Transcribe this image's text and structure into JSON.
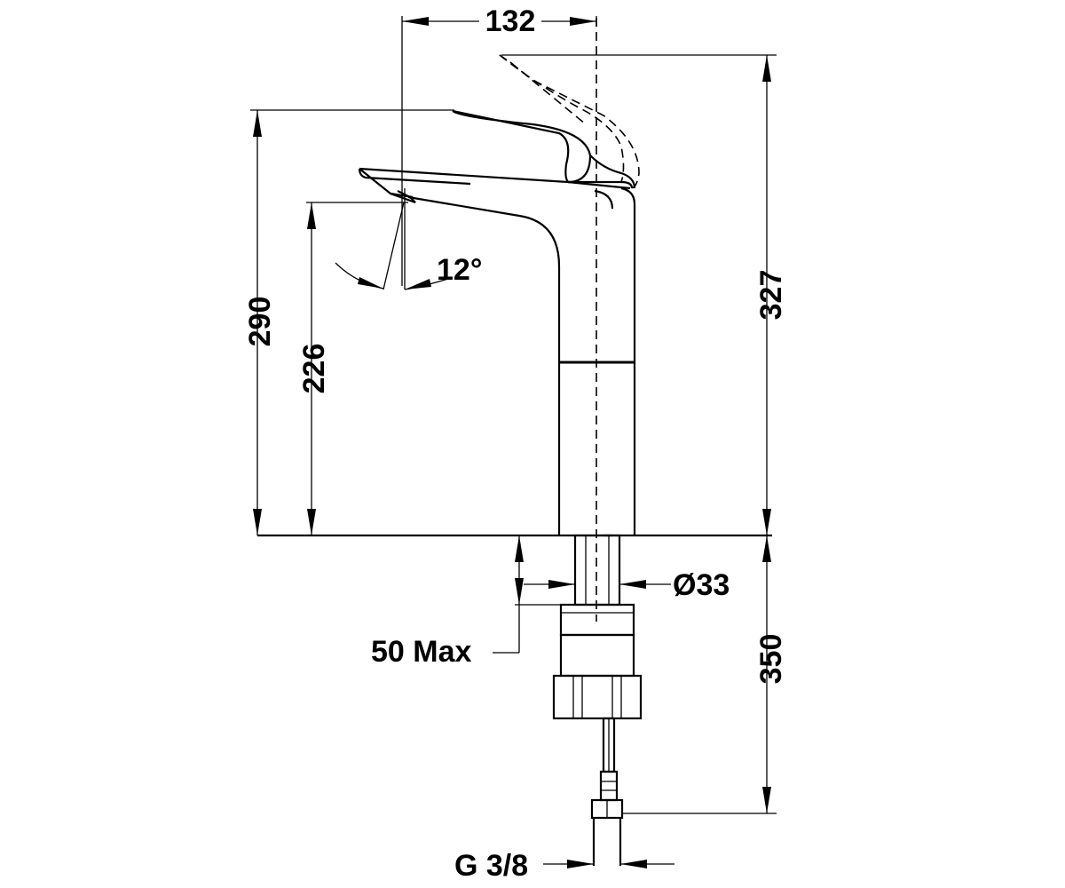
{
  "dimensions": {
    "top_width": "132",
    "handle_height": "327",
    "spout_top_height": "290",
    "spout_outlet_height": "226",
    "tilt_angle": "12°",
    "tube_diameter": "Ø33",
    "max_thickness": "50 Max",
    "hose_length": "350",
    "connection_thread": "G 3/8"
  }
}
